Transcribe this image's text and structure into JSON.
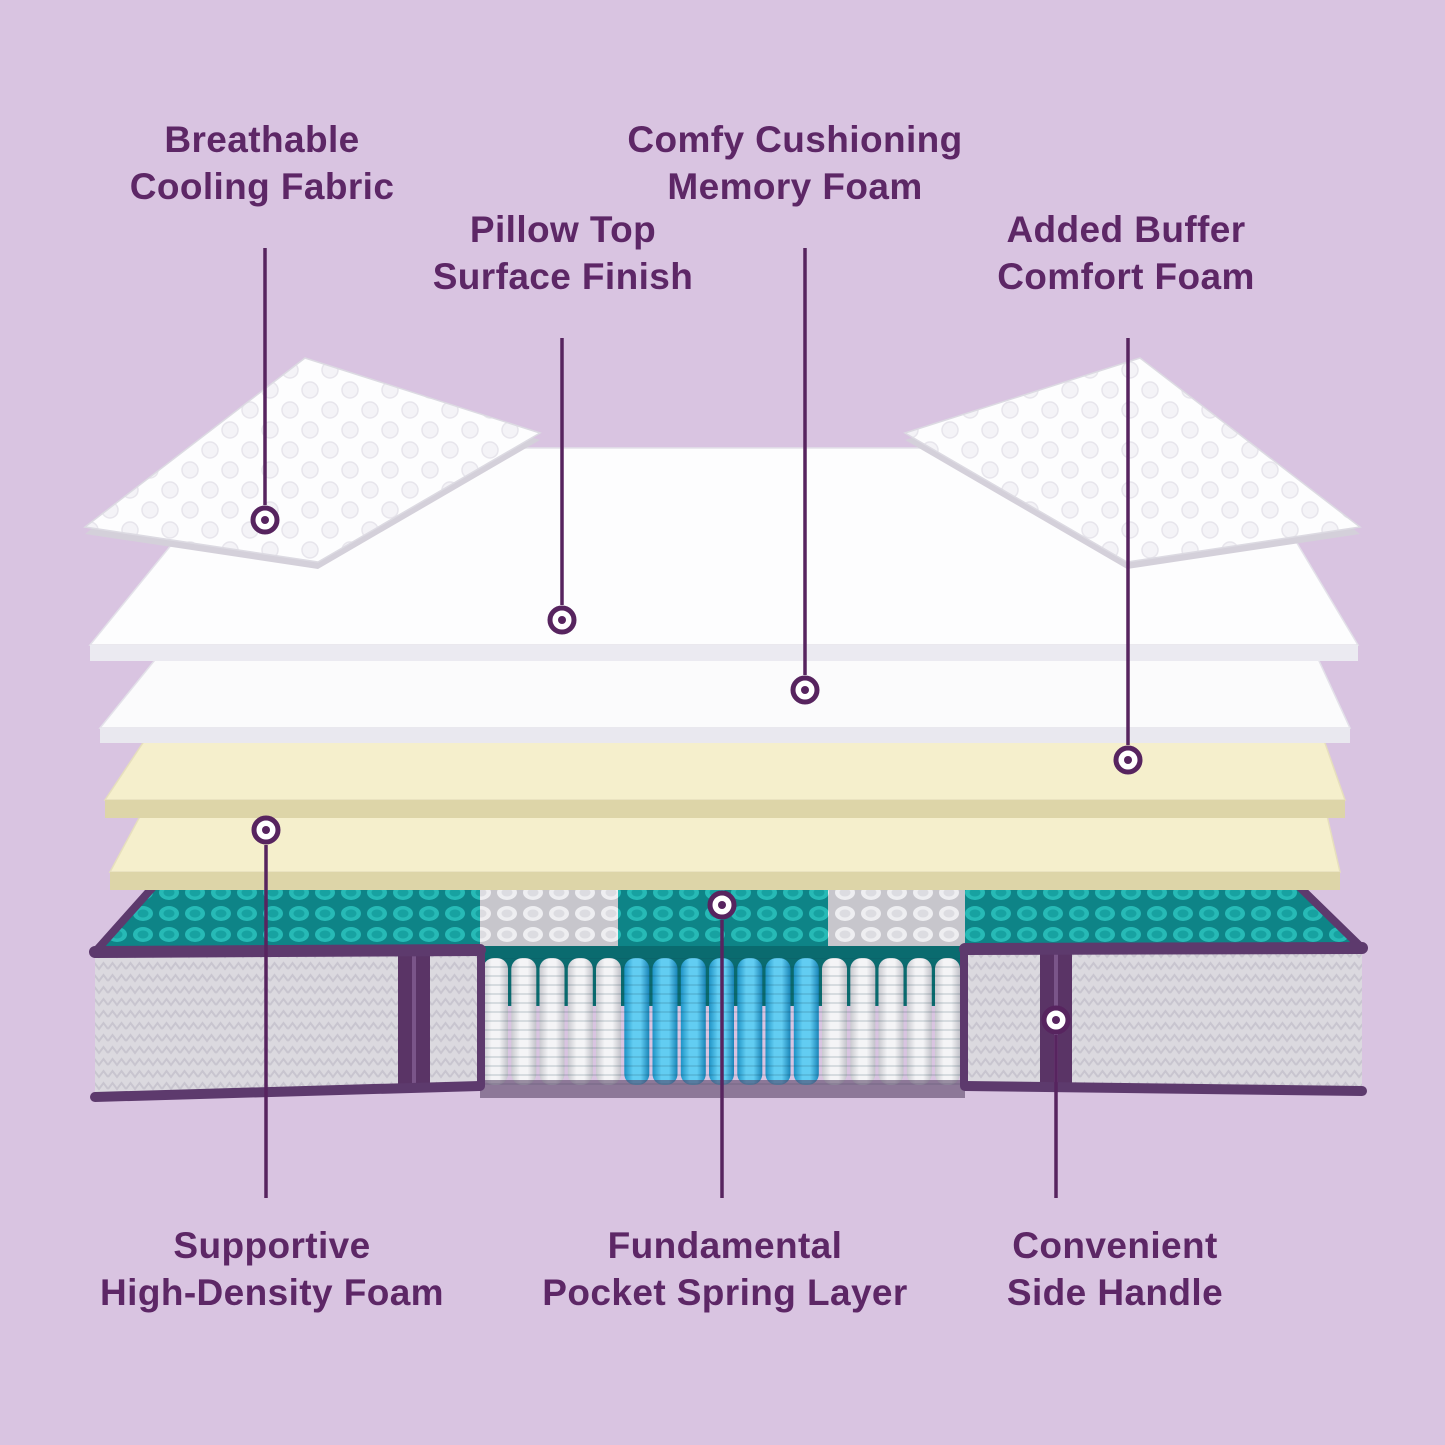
{
  "colors": {
    "background": "#d9c4e1",
    "text": "#5d2766",
    "accent": "#57245f",
    "cream_foam": "#f5efcc",
    "teal_springs": "#27bab6",
    "blue_springs": "#62cdf2",
    "purple_trim": "#5d3a6d"
  },
  "callouts": [
    {
      "id": "breathable-cooling-fabric",
      "text": "Breathable\nCooling Fabric"
    },
    {
      "id": "comfy-cushioning-memory-foam",
      "text": "Comfy Cushioning\nMemory Foam"
    },
    {
      "id": "pillow-top-surface-finish",
      "text": "Pillow Top\nSurface Finish"
    },
    {
      "id": "added-buffer-comfort-foam",
      "text": "Added Buffer\nComfort Foam"
    },
    {
      "id": "supportive-high-density-foam",
      "text": "Supportive\nHigh-Density Foam"
    },
    {
      "id": "fundamental-pocket-spring-layer",
      "text": "Fundamental\nPocket Spring Layer"
    },
    {
      "id": "convenient-side-handle",
      "text": "Convenient\nSide Handle"
    }
  ]
}
